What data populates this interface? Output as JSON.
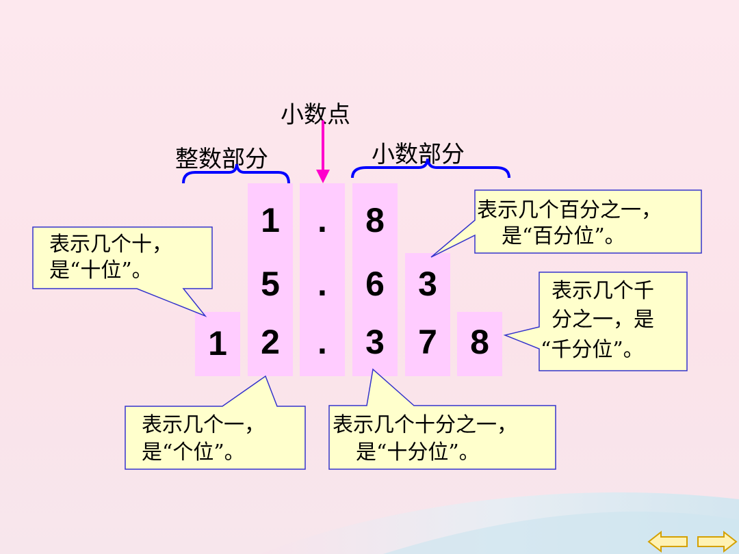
{
  "labels": {
    "decimal_point": "小数点",
    "integer_part": "整数部分",
    "decimal_part": "小数部分"
  },
  "rows": [
    [
      "1",
      ".",
      "8"
    ],
    [
      "5",
      ".",
      "6",
      "3"
    ],
    [
      "1",
      "2",
      ".",
      "3",
      "7",
      "8"
    ]
  ],
  "callouts": {
    "tens": [
      "表示几个十，",
      "是“十位”。"
    ],
    "ones": [
      "表示几个一，",
      "是“个位”。"
    ],
    "tenths": [
      "表示几个十分之一，",
      "是“十分位”。"
    ],
    "hundredths": [
      "表示几个百分之一，",
      "是“百分位”。"
    ],
    "thousandths": [
      "表示几个千",
      "分之一，是",
      "“千分位”。"
    ]
  },
  "colors": {
    "column": "#ffccff",
    "callout_fill": "#ffffcc",
    "callout_border": "#3333cc",
    "brace": "#0000ff",
    "arrow": "#ff00cc"
  },
  "nav": {
    "prev_icon": "arrow-left-icon",
    "next_icon": "arrow-right-icon"
  }
}
